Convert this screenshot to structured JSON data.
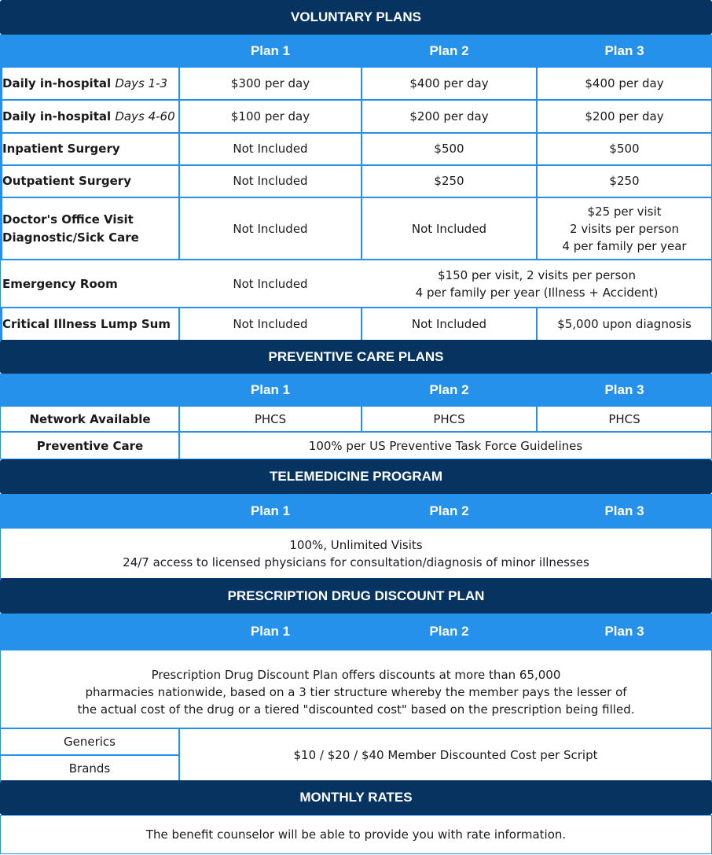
{
  "plan_headers": [
    "Plan 1",
    "Plan 2",
    "Plan 3"
  ],
  "voluntary": {
    "title": "VOLUNTARY PLANS",
    "rows": [
      {
        "label": "Daily in-hospital",
        "label_em": "Days 1-3",
        "p1": "$300 per day",
        "p2": "$400 per day",
        "p3": "$400 per day"
      },
      {
        "label": "Daily in-hospital",
        "label_em": "Days 4-60",
        "p1": "$100 per day",
        "p2": "$200 per day",
        "p3": "$200 per day"
      },
      {
        "label": "Inpatient Surgery",
        "p1": "Not Included",
        "p2": "$500",
        "p3": "$500"
      },
      {
        "label": "Outpatient Surgery",
        "p1": "Not Included",
        "p2": "$250",
        "p3": "$250"
      },
      {
        "label": "Doctor's Office Visit\nDiagnostic/Sick Care",
        "p1": "Not Included",
        "p2": "Not Included",
        "p3": "$25 per visit\n2 visits per person\n4 per family per year"
      },
      {
        "label": "Emergency Room",
        "p1": "Not Included",
        "p23": "$150 per visit, 2 visits per person\n4 per family per year (Illness + Accident)"
      },
      {
        "label": "Critical Illness Lump Sum",
        "p1": "Not Included",
        "p2": "Not Included",
        "p3": "$5,000 upon diagnosis"
      }
    ]
  },
  "preventive": {
    "title": "PREVENTIVE CARE PLANS",
    "network_label": "Network Available",
    "network": [
      "PHCS",
      "PHCS",
      "PHCS"
    ],
    "care_label": "Preventive Care",
    "care_value": "100% per US Preventive Task Force Guidelines"
  },
  "telemedicine": {
    "title": "TELEMEDICINE PROGRAM",
    "text": "100%, Unlimited Visits\n24/7 access to licensed physicians for consultation/diagnosis of minor illnesses"
  },
  "prescription": {
    "title": "PRESCRIPTION DRUG DISCOUNT PLAN",
    "text": "Prescription Drug Discount Plan offers discounts at more than 65,000\npharmacies nationwide, based on a 3 tier structure whereby the member pays the lesser of\nthe actual cost of the drug or a tiered \"discounted cost\" based on the prescription being filled.",
    "generics_label": "Generics",
    "brands_label": "Brands",
    "cost": "$10 / $20 / $40 Member Discounted Cost per Script"
  },
  "monthly": {
    "title": "MONTHLY RATES",
    "text": "The benefit counselor will be able to provide you with rate information."
  }
}
